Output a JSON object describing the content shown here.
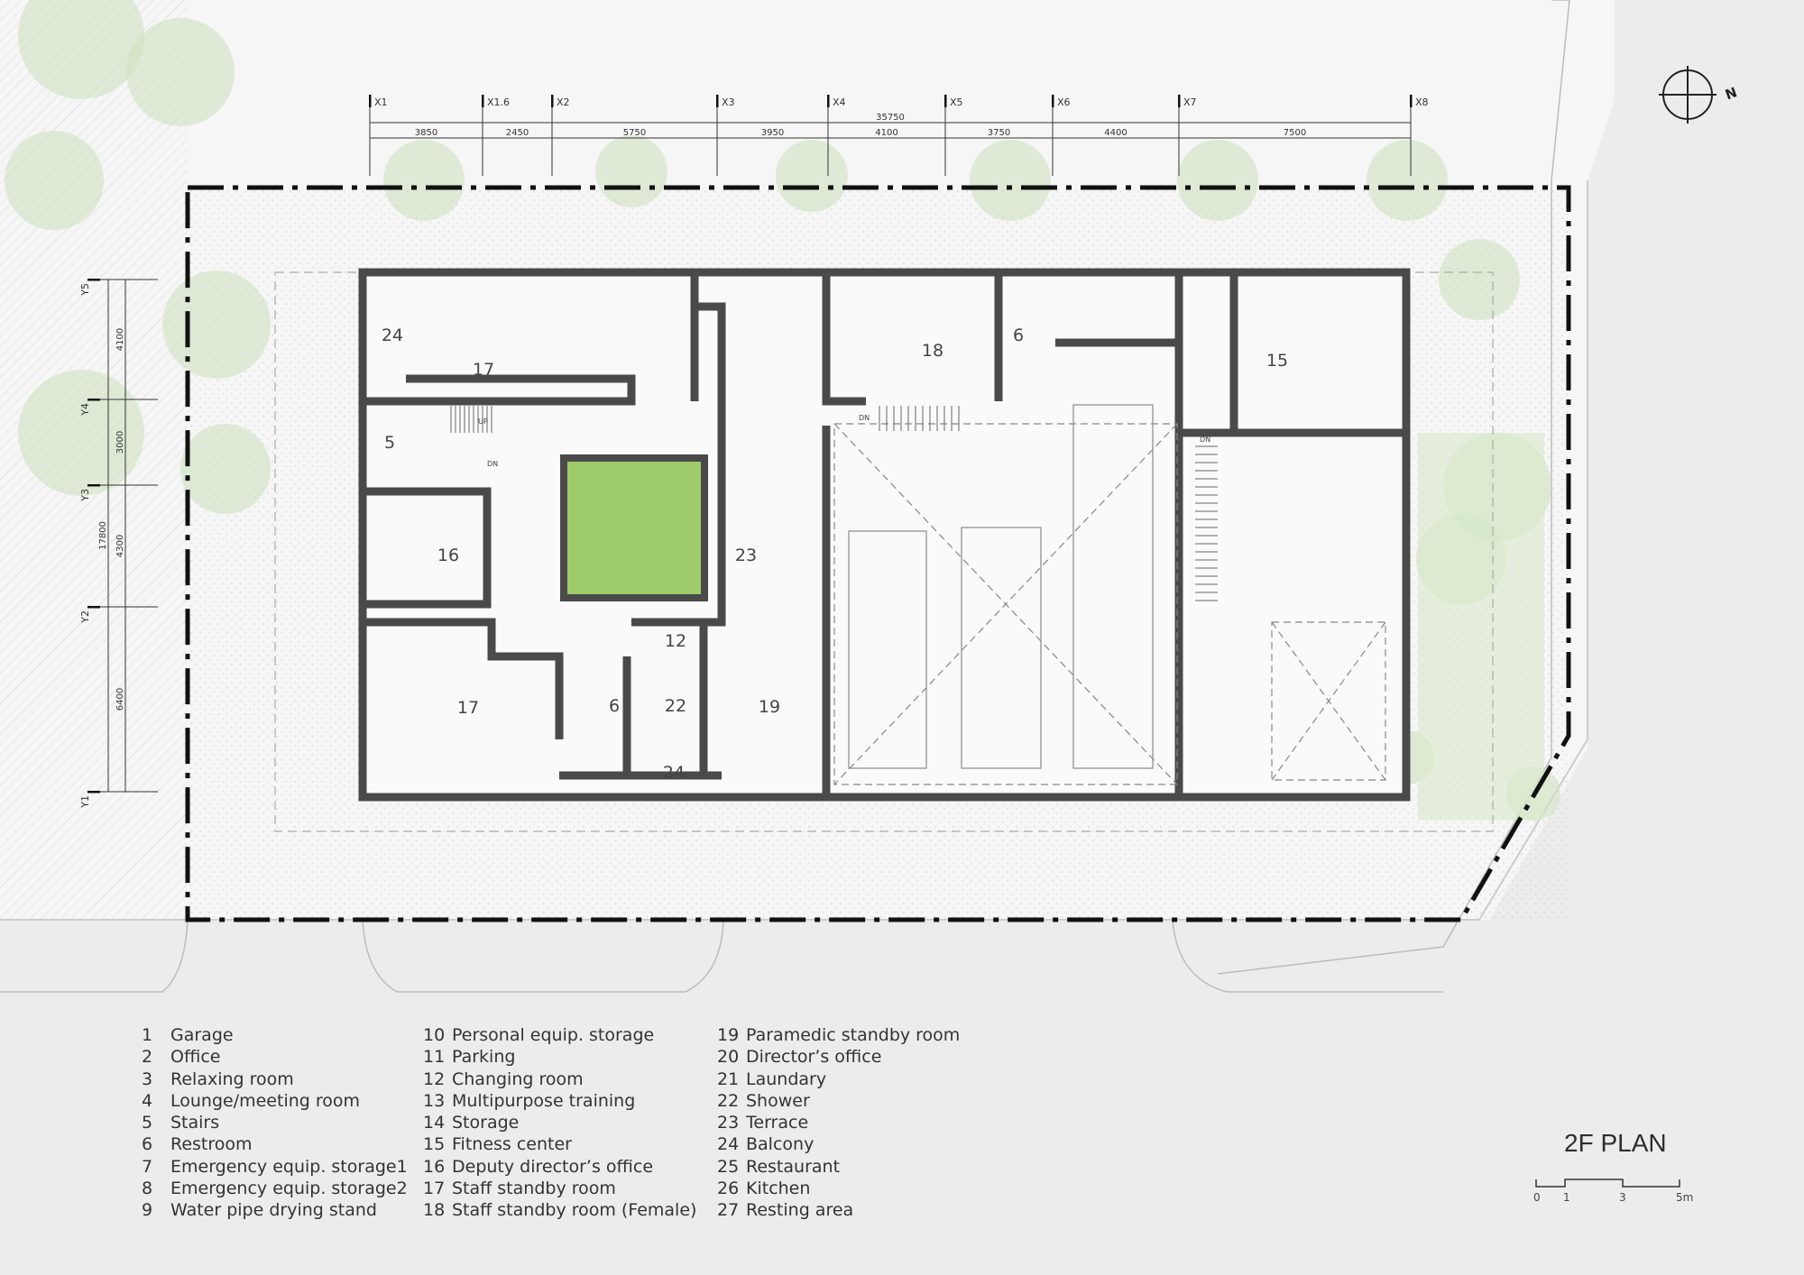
{
  "title": "2F PLAN",
  "scale_bar": {
    "ticks": [
      "0",
      "1",
      "3",
      "5m"
    ]
  },
  "north_label": "N",
  "grid_x": {
    "labels": [
      "X1",
      "X1.6",
      "X2",
      "X3",
      "X4",
      "X5",
      "X6",
      "X7",
      "X8"
    ],
    "overall": "35750",
    "spans": [
      "3850",
      "2450",
      "5750",
      "3950",
      "4100",
      "3750",
      "4400",
      "7500"
    ]
  },
  "grid_y": {
    "labels": [
      "Y5",
      "Y4",
      "Y3",
      "Y2",
      "Y1"
    ],
    "overall": "17800",
    "spans": [
      "4100",
      "3000",
      "4300",
      "6400"
    ]
  },
  "stair_labels": {
    "up": "UP",
    "dn1": "DN",
    "dn2": "DN",
    "dn3": "DN"
  },
  "rooms": [
    "24",
    "17",
    "5",
    "16",
    "17",
    "6",
    "22",
    "24",
    "12",
    "23",
    "18",
    "6",
    "15",
    "19"
  ],
  "legend": [
    [
      {
        "n": "1",
        "t": "Garage"
      },
      {
        "n": "2",
        "t": "Office"
      },
      {
        "n": "3",
        "t": "Relaxing room"
      },
      {
        "n": "4",
        "t": "Lounge/meeting room"
      },
      {
        "n": "5",
        "t": "Stairs"
      },
      {
        "n": "6",
        "t": "Restroom"
      },
      {
        "n": "7",
        "t": "Emergency equip. storage1"
      },
      {
        "n": "8",
        "t": "Emergency equip. storage2"
      },
      {
        "n": "9",
        "t": "Water pipe drying stand"
      }
    ],
    [
      {
        "n": "10",
        "t": "Personal equip. storage"
      },
      {
        "n": "11",
        "t": "Parking"
      },
      {
        "n": "12",
        "t": "Changing room"
      },
      {
        "n": "13",
        "t": "Multipurpose training"
      },
      {
        "n": "14",
        "t": "Storage"
      },
      {
        "n": "15",
        "t": "Fitness center"
      },
      {
        "n": "16",
        "t": "Deputy director’s office"
      },
      {
        "n": "17",
        "t": "Staff standby room"
      },
      {
        "n": "18",
        "t": "Staff standby room (Female)"
      }
    ],
    [
      {
        "n": "19",
        "t": "Paramedic standby room"
      },
      {
        "n": "20",
        "t": "Director’s office"
      },
      {
        "n": "21",
        "t": "Laundary"
      },
      {
        "n": "22",
        "t": "Shower"
      },
      {
        "n": "23",
        "t": "Terrace"
      },
      {
        "n": "24",
        "t": "Balcony"
      },
      {
        "n": "25",
        "t": "Restaurant"
      },
      {
        "n": "26",
        "t": "Kitchen"
      },
      {
        "n": "27",
        "t": "Resting area"
      }
    ]
  ],
  "colors": {
    "wall": "#4a4a4a",
    "courtyard": "#9fcc6a",
    "trees": "#cfe3c0",
    "site": "#f4f4f4",
    "background": "#ececec"
  }
}
